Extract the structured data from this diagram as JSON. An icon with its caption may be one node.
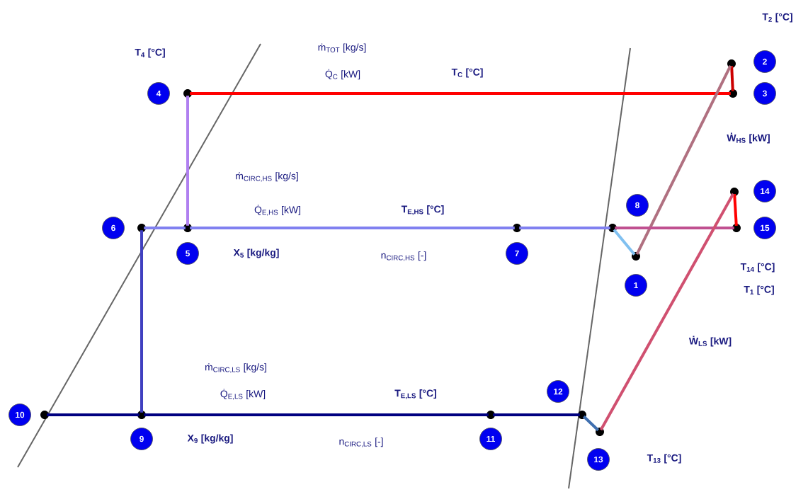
{
  "diagram": {
    "nodes": [
      {
        "text": [],
        "shape": "circle",
        "beside": [
          "1"
        ]
      },
      {
        "text": [],
        "shape": "circle",
        "beside": [
          "2",
          "T$_{2}$ [°C]"
        ]
      },
      {
        "text": [],
        "shape": "circle",
        "beside": [
          "3"
        ]
      },
      {
        "text": [],
        "shape": "circle",
        "beside": [
          "4",
          "T$_{4}$ [°C]"
        ]
      },
      {
        "text": [],
        "shape": "circle",
        "beside": [
          "5"
        ]
      },
      {
        "text": [],
        "shape": "circle",
        "beside": [
          "6"
        ]
      },
      {
        "text": [],
        "shape": "circle",
        "beside": [
          "7"
        ]
      },
      {
        "text": [],
        "shape": "circle",
        "beside": [
          "8"
        ]
      },
      {
        "text": [],
        "shape": "circle",
        "beside": [
          "9"
        ]
      },
      {
        "text": [],
        "shape": "circle",
        "beside": [
          "10"
        ]
      },
      {
        "text": [],
        "shape": "circle",
        "beside": [
          "11"
        ]
      },
      {
        "text": [],
        "shape": "circle",
        "beside": [
          "12"
        ]
      },
      {
        "text": [],
        "shape": "circle",
        "beside": [
          "13"
        ]
      },
      {
        "text": [],
        "shape": "circle",
        "beside": [
          "14"
        ]
      },
      {
        "text": [],
        "shape": "circle",
        "beside": [
          "15"
        ]
      }
    ],
    "edges": [
      {
        "from": 3,
        "to": 2,
        "arrow": "none",
        "color": "#ff0000"
      },
      {
        "from": 2,
        "to": 1,
        "arrow": "none",
        "color": "#cc0000"
      },
      {
        "from": 1,
        "to": 0,
        "arrow": "none",
        "color": "#b07080"
      },
      {
        "from": 0,
        "to": 7,
        "arrow": "none",
        "color": "#80c0f0"
      },
      {
        "from": 7,
        "to": 14,
        "arrow": "none",
        "color": "#c05090"
      },
      {
        "from": 14,
        "to": 13,
        "arrow": "none",
        "color": "#ff0000"
      },
      {
        "from": 13,
        "to": 12,
        "arrow": "none",
        "color": "#d05070"
      },
      {
        "from": 12,
        "to": 11,
        "arrow": "none",
        "color": "#4070b0"
      },
      {
        "from": 11,
        "to": 10,
        "arrow": "none",
        "color": "#000080"
      },
      {
        "from": 10,
        "to": 8,
        "arrow": "none",
        "color": "#000080"
      },
      {
        "from": 8,
        "to": 9,
        "arrow": "none",
        "color": "#000080"
      },
      {
        "from": 8,
        "to": 5,
        "arrow": "none",
        "color": "#4040c0"
      },
      {
        "from": 5,
        "to": 4,
        "arrow": "none",
        "color": "#8080f0"
      },
      {
        "from": 4,
        "to": 6,
        "arrow": "none",
        "color": "#8080f0"
      },
      {
        "from": 6,
        "to": 7,
        "arrow": "none",
        "color": "#8080f0"
      },
      {
        "from": 4,
        "to": 3,
        "arrow": "none",
        "color": "#b080f0"
      }
    ],
    "labels": [
      "ṁ$_{TOT}$  [kg/s]",
      "Q̇$_{C}$ [kW]",
      "T$_{C}$ [°C]",
      "Ẇ$_{HS}$ [kW]",
      "ṁ$_{CIRC,HS}$ [kg/s]",
      "Q̇$_{E,HS}$ [kW]",
      "T$_{E,HS}$ [°C]",
      "X$_{5}$  [kg/kg]",
      "n$_{CIRC,HS}$ [-]",
      "T$_{14}$ [°C]",
      "T$_{1}$ [°C]",
      "Ẇ$_{LS}$ [kW]",
      "ṁ$_{CIRC,LS}$ [kg/s]",
      "Q̇$_{E,LS}$ [kW]",
      "T$_{E,LS}$ [°C]",
      "X$_{9}$ [kg/kg]",
      "n$_{CIRC,LS}$ [-]",
      "T$_{13}$ [°C]"
    ]
  }
}
